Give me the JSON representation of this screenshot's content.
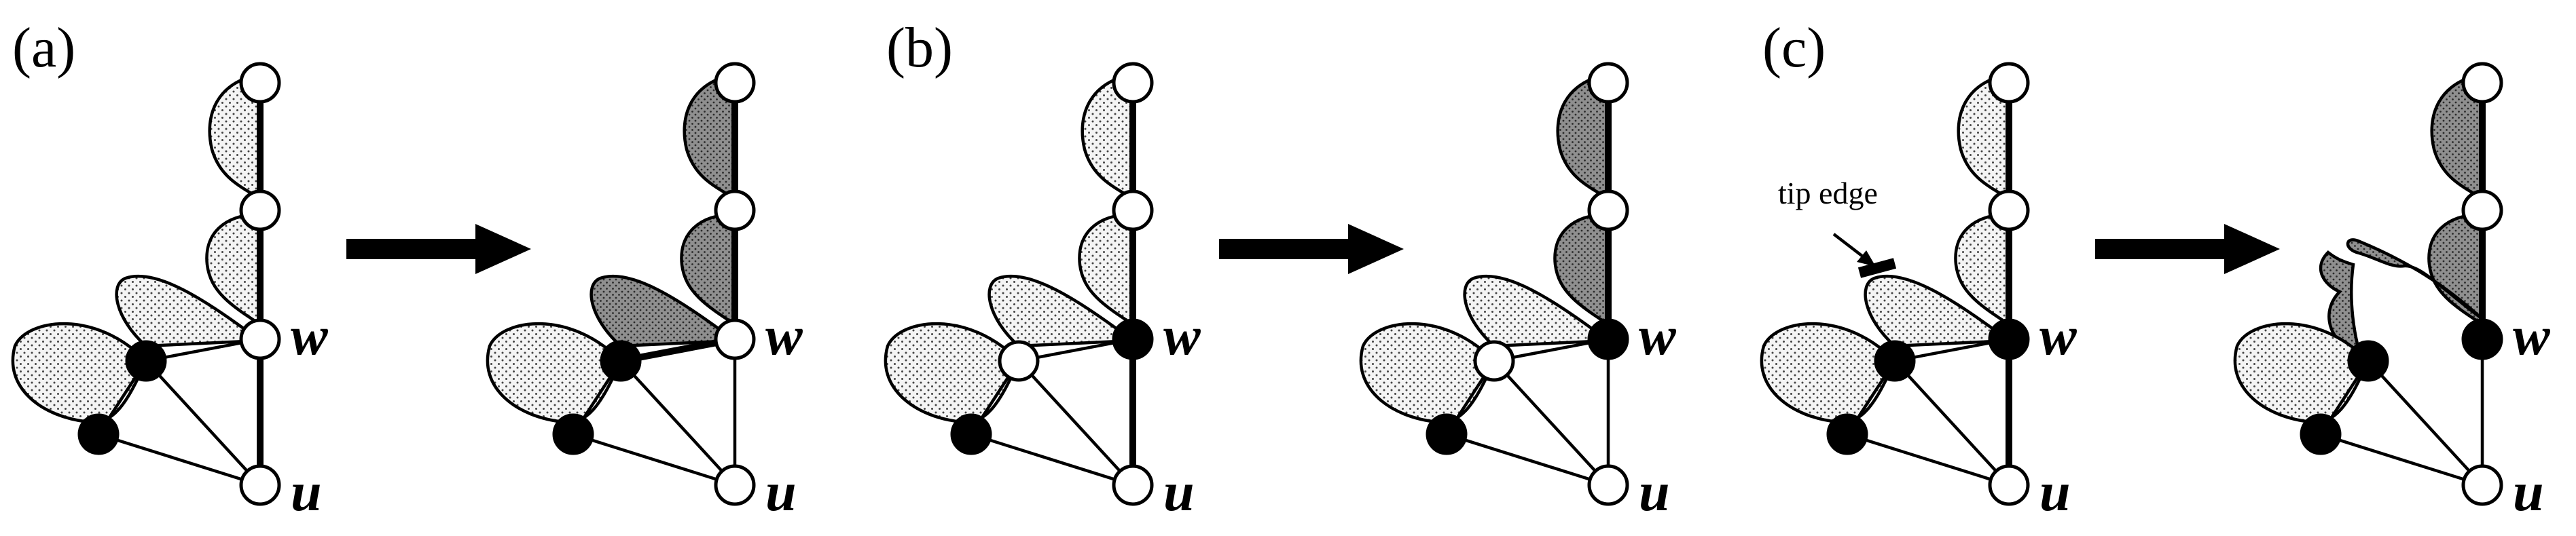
{
  "panels": [
    {
      "label": "(a)",
      "w_label": "w",
      "u_label": "u"
    },
    {
      "label": "(b)",
      "w_label": "w",
      "u_label": "u"
    },
    {
      "label": "(c)",
      "w_label": "w",
      "u_label": "u",
      "annotation": "tip edge"
    }
  ],
  "colors": {
    "light_fill": "#f2f2f2",
    "dark_fill": "#9a9a9a",
    "stroke": "#000000",
    "vertex_open": "#ffffff",
    "vertex_filled": "#000000"
  }
}
